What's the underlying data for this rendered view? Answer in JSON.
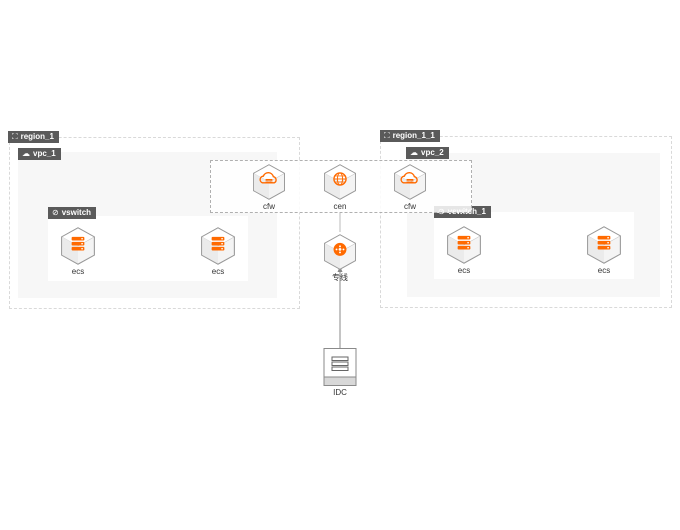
{
  "regions": [
    {
      "label": "region_1",
      "icon": "region-icon"
    },
    {
      "label": "region_1_1",
      "icon": "region-icon"
    }
  ],
  "vpcs": [
    {
      "label": "vpc_1",
      "icon": "vpc-cloud-icon"
    },
    {
      "label": "vpc_2",
      "icon": "vpc-cloud-icon"
    }
  ],
  "vswitches": [
    {
      "label": "vswitch",
      "icon": "vswitch-link-icon"
    },
    {
      "label": "vswitch_1",
      "icon": "vswitch-link-icon"
    }
  ],
  "nodes": {
    "ecs1": {
      "label": "ecs",
      "icon": "server-icon"
    },
    "ecs2": {
      "label": "ecs",
      "icon": "server-icon"
    },
    "ecs3": {
      "label": "ecs",
      "icon": "server-icon"
    },
    "ecs4": {
      "label": "ecs",
      "icon": "server-icon"
    },
    "cfw1": {
      "label": "cfw",
      "icon": "firewall-cloud-icon"
    },
    "cen": {
      "label": "cen",
      "icon": "globe-icon"
    },
    "cfw2": {
      "label": "cfw",
      "icon": "firewall-cloud-icon"
    },
    "zx": {
      "label": "专线",
      "icon": "network-hub-icon"
    },
    "idc": {
      "label": "IDC",
      "icon": "datacenter-rack-icon"
    }
  },
  "colors": {
    "accent": "#ff6a00",
    "tag_bg": "#5a5a5a",
    "vpc_bg": "#f7f7f7",
    "hex_face": "#f4f4f4",
    "hex_stroke": "#9a9a9a",
    "connector": "#888888"
  }
}
